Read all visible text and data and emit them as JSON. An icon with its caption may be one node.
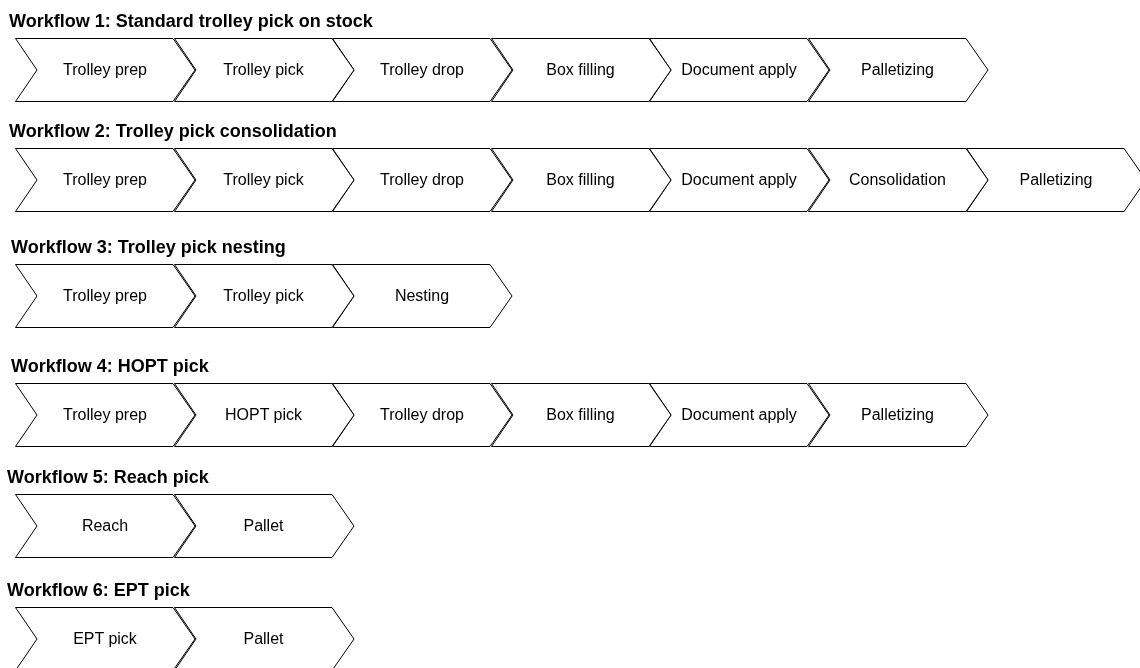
{
  "diagram": {
    "nodes": [
      {
        "text": [
          "Trolley prep"
        ]
      },
      {
        "text": [
          "Trolley pick"
        ]
      },
      {
        "text": [
          "Trolley drop"
        ]
      },
      {
        "text": [
          "Box filling"
        ]
      },
      {
        "text": [
          "Document apply"
        ]
      },
      {
        "text": [
          "Palletizing"
        ]
      },
      {
        "text": [
          "Trolley prep"
        ]
      },
      {
        "text": [
          "Trolley pick"
        ]
      },
      {
        "text": [
          "Trolley drop"
        ]
      },
      {
        "text": [
          "Box filling"
        ]
      },
      {
        "text": [
          "Document apply"
        ]
      },
      {
        "text": [
          "Consolidation"
        ]
      },
      {
        "text": [
          "Palletizing"
        ]
      },
      {
        "text": [
          "Trolley prep"
        ]
      },
      {
        "text": [
          "Trolley pick"
        ]
      },
      {
        "text": [
          "Nesting"
        ]
      },
      {
        "text": [
          "Trolley prep"
        ]
      },
      {
        "text": [
          "HOPT pick"
        ]
      },
      {
        "text": [
          "Trolley drop"
        ]
      },
      {
        "text": [
          "Box filling"
        ]
      },
      {
        "text": [
          "Document apply"
        ]
      },
      {
        "text": [
          "Palletizing"
        ]
      },
      {
        "text": [
          "Reach"
        ]
      },
      {
        "text": [
          "Pallet"
        ]
      },
      {
        "text": [
          "EPT pick"
        ]
      },
      {
        "text": [
          "Pallet"
        ]
      }
    ],
    "labels": [
      "Workflow 1: Standard trolley pick on stock",
      "Workflow 2: Trolley pick consolidation",
      "Workflow 3: Trolley pick nesting",
      "Workflow 4: HOPT pick",
      "Workflow 5: Reach pick",
      "Workflow 6: EPT pick"
    ]
  }
}
